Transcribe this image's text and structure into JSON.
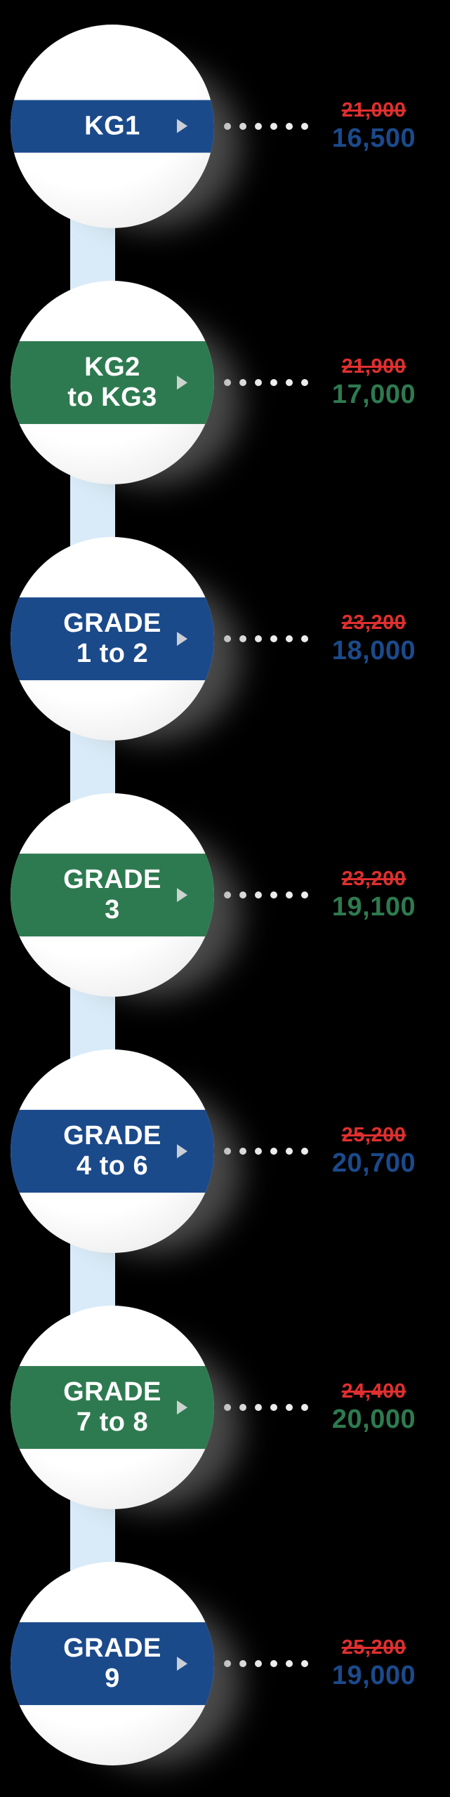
{
  "title": "School fees by grade level infographic",
  "colors": {
    "navy": "#1b4a8b",
    "green": "#2e7a50",
    "old_price_red": "#e02f2f",
    "ribbon_blue": "#d9ebf8",
    "dot": "#ededed",
    "background": "#000000"
  },
  "items": [
    {
      "label_lines": [
        "KG1"
      ],
      "theme": "navy",
      "old_price": "21,000",
      "new_price": "16,500"
    },
    {
      "label_lines": [
        "KG2",
        "to KG3"
      ],
      "theme": "green",
      "old_price": "21,900",
      "new_price": "17,000"
    },
    {
      "label_lines": [
        "GRADE",
        "1 to 2"
      ],
      "theme": "navy",
      "old_price": "23,200",
      "new_price": "18,000"
    },
    {
      "label_lines": [
        "GRADE",
        "3"
      ],
      "theme": "green",
      "old_price": "23,200",
      "new_price": "19,100"
    },
    {
      "label_lines": [
        "GRADE",
        "4 to 6"
      ],
      "theme": "navy",
      "old_price": "25,200",
      "new_price": "20,700"
    },
    {
      "label_lines": [
        "GRADE",
        "7 to 8"
      ],
      "theme": "green",
      "old_price": "24,400",
      "new_price": "20,000"
    },
    {
      "label_lines": [
        "GRADE",
        "9"
      ],
      "theme": "navy",
      "old_price": "25,200",
      "new_price": "19,000"
    }
  ]
}
